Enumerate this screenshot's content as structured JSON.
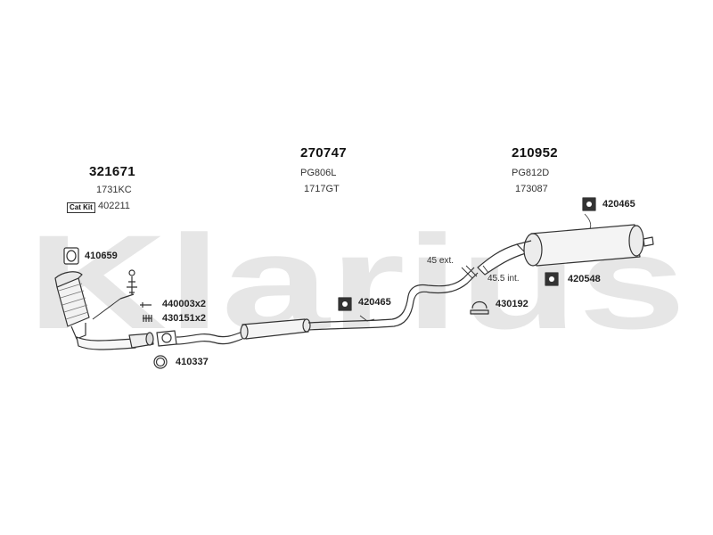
{
  "watermark": "Klarius",
  "assemblies": [
    {
      "part_number": "321671",
      "ref": "1731KC",
      "cat_kit_label": "Cat Kit",
      "cat_kit_ref": "402211"
    },
    {
      "part_number": "270747",
      "ref": "PG806L",
      "ref2": "1717GT"
    },
    {
      "part_number": "210952",
      "ref": "PG812D",
      "ref2": "173087"
    }
  ],
  "fittings": {
    "gasket_top": "410659",
    "bolts": "440003x2",
    "springs": "430151x2",
    "ring": "410337",
    "mount_mid": "420465",
    "mount_rear_top": "420465",
    "mount_rear_bottom": "420548",
    "clamp": "430192"
  },
  "dimensions": {
    "ext": "45 ext.",
    "int": "45.5 int."
  },
  "colors": {
    "watermark": "#e6e6e6",
    "line": "#333333"
  }
}
